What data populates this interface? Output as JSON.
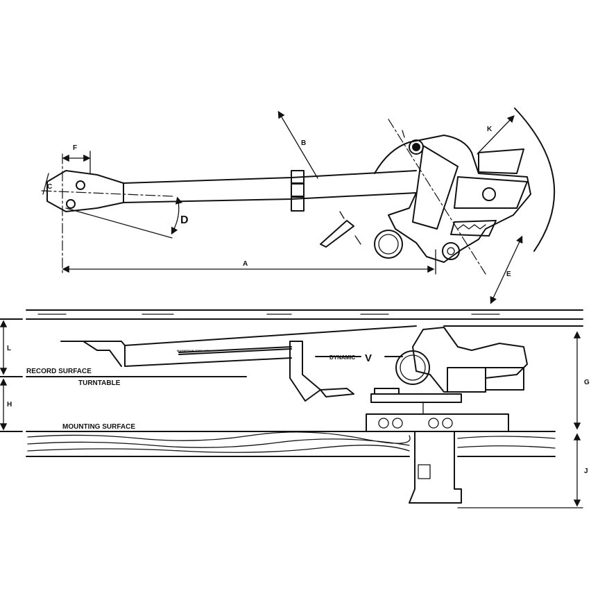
{
  "title": "Tonearm dimension diagram",
  "dimensions": {
    "a": "A",
    "b": "B",
    "c": "C",
    "d": "D",
    "e": "E",
    "f": "F",
    "g": "G",
    "h": "H",
    "j": "J",
    "k": "K",
    "l": "L"
  },
  "surfaces": {
    "record": "RECORD SURFACE",
    "turntable": "TURNTABLE",
    "mounting": "MOUNTING SURFACE"
  },
  "arm_text": {
    "tube_label": "MAGNESIUM TONE-ARM",
    "logo": "DYNAMIC",
    "logo_mark": "V"
  },
  "colors": {
    "ink": "#111111",
    "background": "#ffffff"
  }
}
